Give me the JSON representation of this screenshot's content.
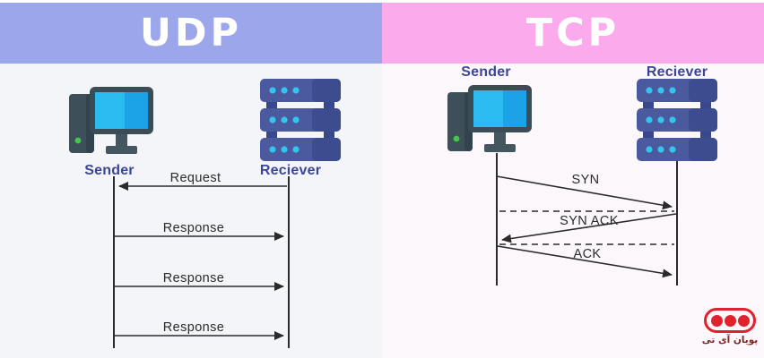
{
  "header": {
    "udp_title": "UDP",
    "tcp_title": "TCP",
    "udp_band_color": "#9CA6EB",
    "tcp_band_color": "#FBAAEC"
  },
  "udp": {
    "sender_label": "Sender",
    "receiver_label": "Reciever",
    "messages": [
      {
        "label": "Request",
        "from": "receiver",
        "to": "sender",
        "line_style": "solid-horizontal"
      },
      {
        "label": "Response",
        "from": "sender",
        "to": "receiver",
        "line_style": "solid-horizontal"
      },
      {
        "label": "Response",
        "from": "sender",
        "to": "receiver",
        "line_style": "solid-horizontal"
      },
      {
        "label": "Response",
        "from": "sender",
        "to": "receiver",
        "line_style": "solid-horizontal"
      }
    ]
  },
  "tcp": {
    "sender_label": "Sender",
    "receiver_label": "Reciever",
    "messages": [
      {
        "label": "SYN",
        "from": "sender",
        "to": "receiver",
        "line_style": "solid-diagonal"
      },
      {
        "label": "SYN ACK",
        "from": "receiver",
        "to": "sender",
        "line_style": "solid-diagonal"
      },
      {
        "label": "ACK",
        "from": "sender",
        "to": "receiver",
        "line_style": "solid-diagonal"
      }
    ]
  },
  "icons": {
    "sender_icon": "desktop-computer",
    "receiver_icon": "server-rack"
  },
  "logo": {
    "text": "پویان آی تی",
    "brand_color": "#E1212B"
  },
  "colors": {
    "udp_background": "#F4F5F9",
    "tcp_background": "#FCF7FB",
    "node_label": "#3B4697",
    "arrow": "#2B2B2B",
    "screen_cyan": "#2ABBF0",
    "server_blue": "#4B599F",
    "dot_cyan": "#33C6EC"
  }
}
